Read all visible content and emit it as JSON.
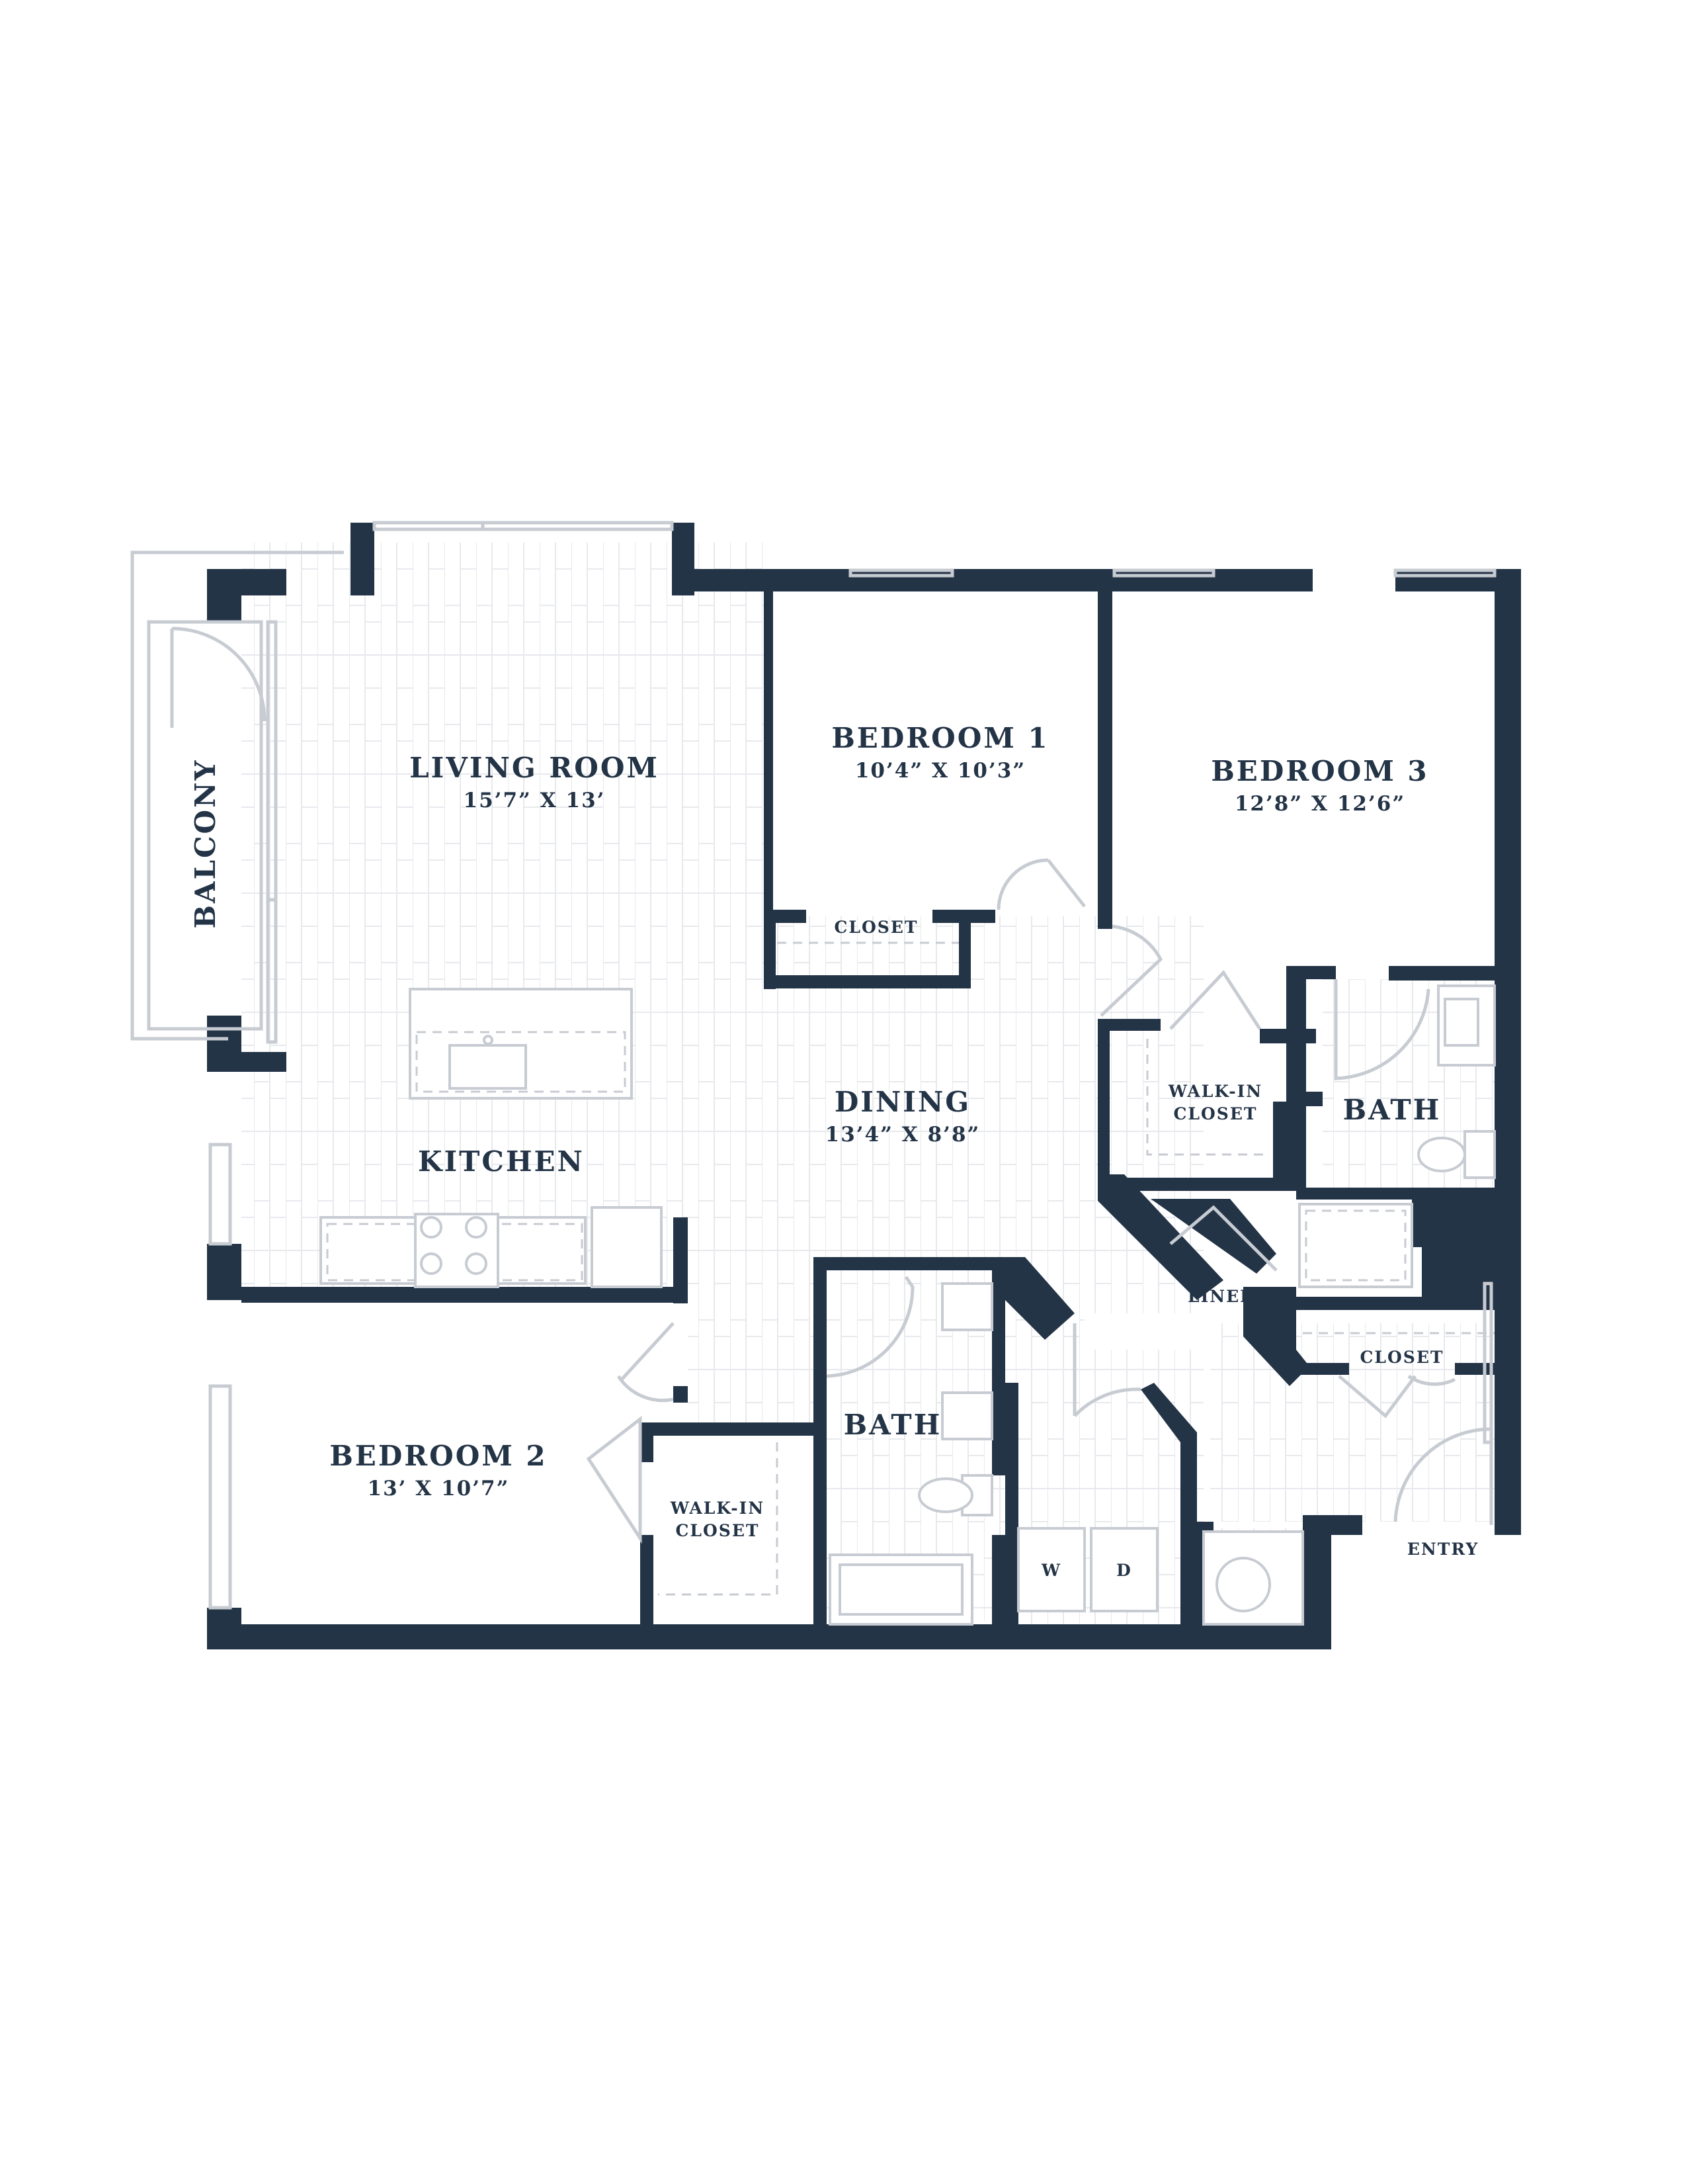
{
  "rooms": {
    "living_room": {
      "name": "LIVING ROOM",
      "dims": "15’7” X 13’"
    },
    "bedroom_1": {
      "name": "BEDROOM 1",
      "dims": "10’4” X 10’3”"
    },
    "bedroom_3": {
      "name": "BEDROOM 3",
      "dims": "12’8” X 12’6”"
    },
    "bedroom_2": {
      "name": "BEDROOM 2",
      "dims": "13’ X 10’7”"
    },
    "dining": {
      "name": "DINING",
      "dims": "13’4” X 8’8”"
    },
    "kitchen": {
      "name": "KITCHEN"
    },
    "balcony": {
      "name": "BALCONY"
    },
    "closet_bed1": {
      "name": "CLOSET"
    },
    "walkin_bed3": {
      "line1": "WALK-IN",
      "line2": "CLOSET"
    },
    "walkin_bed2": {
      "line1": "WALK-IN",
      "line2": "CLOSET"
    },
    "bath_master": {
      "name": "BATH"
    },
    "bath_hall": {
      "name": "BATH"
    },
    "linen": {
      "name": "LINEN"
    },
    "closet_entry": {
      "name": "CLOSET"
    },
    "entry": {
      "name": "ENTRY"
    },
    "washer": {
      "name": "W"
    },
    "dryer": {
      "name": "D"
    }
  },
  "colors": {
    "wall": "#243447",
    "fixture_line": "#c7cbd2"
  }
}
